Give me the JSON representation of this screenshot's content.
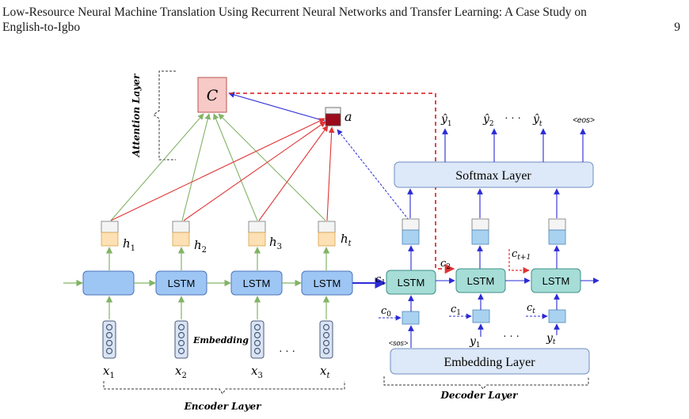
{
  "header": {
    "title_line1": "Low-Resource Neural Machine Translation Using Recurrent Neural Networks and Transfer Learning: A Case Study on",
    "title_line2": "English-to-Igbo",
    "page_number": "9"
  },
  "figure": {
    "attention_layer_label": "Attention Layer",
    "context_label": "C",
    "attention_weight_label": "a",
    "encoder": {
      "layer_label": "Encoder Layer",
      "embedding_label": "Embedding",
      "cell_label": "LSTM",
      "hidden_labels": [
        {
          "base": "h",
          "sub": "1"
        },
        {
          "base": "h",
          "sub": "2"
        },
        {
          "base": "h",
          "sub": "3"
        },
        {
          "base": "h",
          "sub": "t"
        }
      ],
      "input_labels": [
        {
          "base": "x",
          "sub": "1"
        },
        {
          "base": "x",
          "sub": "2"
        },
        {
          "base": "x",
          "sub": "3"
        },
        {
          "base": "x",
          "sub": "t"
        }
      ],
      "ellipsis": "· · ·"
    },
    "decoder": {
      "layer_label": "Decoder Layer",
      "cell_label": "LSTM",
      "softmax_label": "Softmax Layer",
      "embedding_layer_label": "Embedding Layer",
      "sos_label": "<sos>",
      "eos_label": "<eos>",
      "ellipsis": "· · ·",
      "output_labels": [
        {
          "base": "ŷ",
          "sub": "1"
        },
        {
          "base": "ŷ",
          "sub": "2"
        },
        {
          "base": "ŷ",
          "sub": "t"
        }
      ],
      "context_labels": [
        {
          "base": "c",
          "sub": "1"
        },
        {
          "base": "c",
          "sub": "2"
        },
        {
          "base": "c",
          "sub": "t+1"
        }
      ],
      "context_input_labels": [
        {
          "base": "c",
          "sub": "0"
        },
        {
          "base": "c",
          "sub": "1"
        },
        {
          "base": "c",
          "sub": "t"
        }
      ],
      "input_labels": [
        {
          "base": "y",
          "sub": "1"
        },
        {
          "base": "y",
          "sub": "t"
        }
      ]
    }
  },
  "colors": {
    "encoder_cell": "#9ec6f5",
    "decoder_cell": "#a6ddd7",
    "layer_box": "#dde8f8",
    "context_box": "#f7c9c7",
    "attention_weight": "#9b0a1a",
    "hidden_state": "#fde0b3",
    "decoder_state": "#a9d2f0",
    "green_arrow": "#82b366",
    "red_arrow": "#e03434",
    "blue_arrow": "#2b2bd6"
  }
}
